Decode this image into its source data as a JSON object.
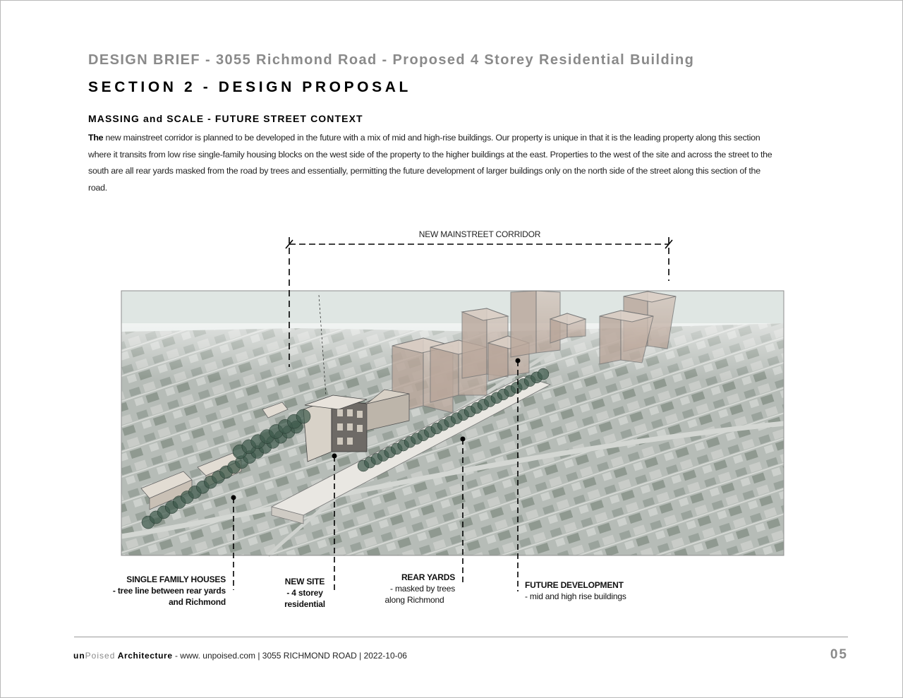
{
  "header": {
    "brief_title": "DESIGN BRIEF - 3055 Richmond Road  - Proposed 4 Storey Residential Building",
    "section_title": "SECTION 2 - DESIGN PROPOSAL"
  },
  "content": {
    "sub_heading": "MASSING and SCALE - FUTURE STREET CONTEXT",
    "paragraph_lead": "The",
    "paragraph_rest": " new mainstreet corridor is planned to be developed in the future with a mix of mid and high-rise buildings. Our property is unique in that it is the leading property along this section where it transits from low rise single-family housing blocks on the west side of the property to the higher buildings at the east. Properties to the west of the site and across the street to the south are all rear yards masked  from the road by trees and essentially, permitting the future development of larger buildings only on the north side of the street along this section of the road."
  },
  "diagram": {
    "corridor_label": "NEW MAINSTREET CORRIDOR",
    "callouts": {
      "single_family": {
        "title": "SINGLE FAMILY HOUSES",
        "line2": "- tree line between rear yards",
        "line3": "and Richmond"
      },
      "new_site": {
        "title": "NEW SITE",
        "line2": "- 4 storey",
        "line3": "residential"
      },
      "rear_yards": {
        "title": "REAR YARDS",
        "line2": "- masked by trees",
        "line3": "along Richmond"
      },
      "future_dev": {
        "title": "FUTURE DEVELOPMENT",
        "line2": "- mid and high rise buildings"
      }
    }
  },
  "footer": {
    "brand_un": "un",
    "brand_poised": "Poised",
    "brand_arch": "Architecture",
    "details": " - www. unpoised.com | 3055 RICHMOND ROAD | 2022-10-06",
    "page_number": "05"
  },
  "colors": {
    "heading_grey": "#8a8a8a",
    "massing_fill": "#c8b8ac",
    "aerial_base": "#b7bdb8",
    "tree_green": "#3f5a4c"
  }
}
